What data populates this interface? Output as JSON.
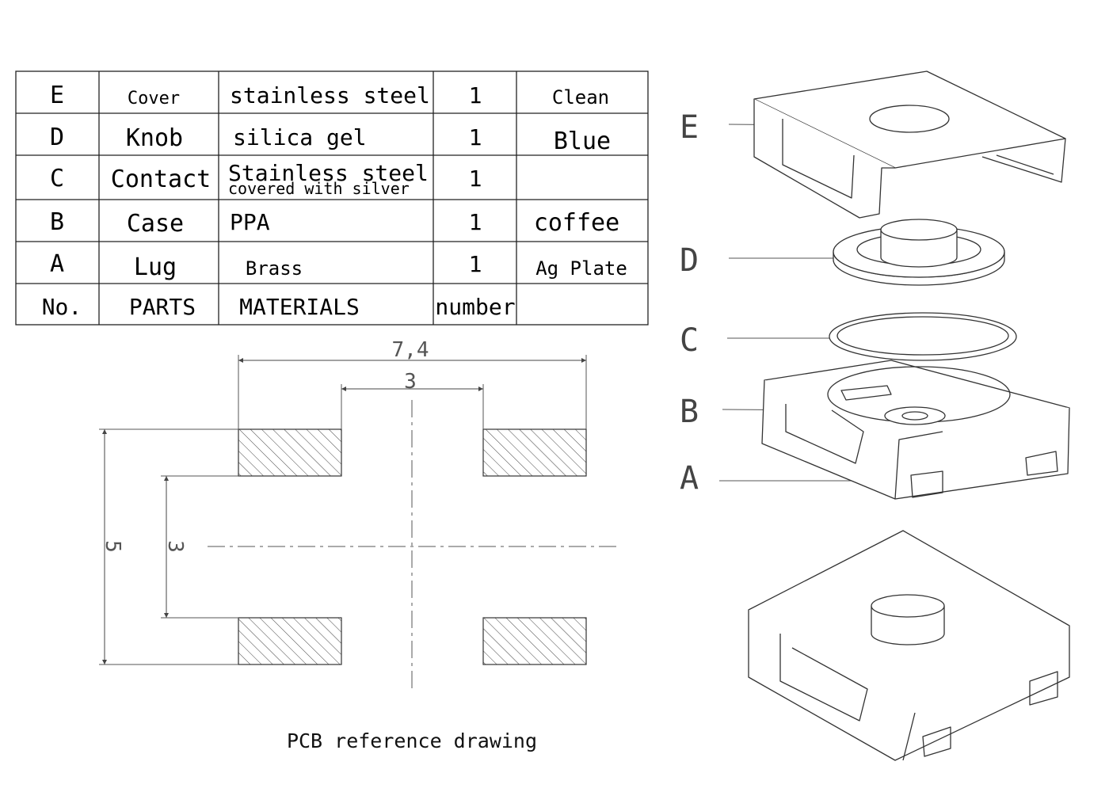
{
  "bom_table": {
    "rows": [
      {
        "no": "E",
        "part": "Cover",
        "material": "stainless steel",
        "material_line2": "",
        "number": "1",
        "note": "Clean"
      },
      {
        "no": "D",
        "part": "Knob",
        "material": "silica gel",
        "material_line2": "",
        "number": "1",
        "note": "Blue"
      },
      {
        "no": "C",
        "part": "Contact",
        "material": "Stainless steel",
        "material_line2": "covered with silver",
        "number": "1",
        "note": ""
      },
      {
        "no": "B",
        "part": "Case",
        "material": "PPA",
        "material_line2": "",
        "number": "1",
        "note": "coffee"
      },
      {
        "no": "A",
        "part": "Lug",
        "material": "Brass",
        "material_line2": "",
        "number": "1",
        "note": "Ag Plate"
      }
    ],
    "header": {
      "no": "No.",
      "part": "PARTS",
      "material": "MATERIALS",
      "number": "number",
      "note": ""
    }
  },
  "pcb_drawing": {
    "caption": "PCB reference drawing",
    "dimensions": {
      "outer_width": "7,4",
      "inner_width": "3",
      "outer_height": "5",
      "inner_height": "3"
    }
  },
  "exploded_view": {
    "labels": [
      "E",
      "D",
      "C",
      "B",
      "A"
    ]
  },
  "colors": {
    "line": "#333333",
    "hatch": "#444444",
    "text": "#111111"
  }
}
